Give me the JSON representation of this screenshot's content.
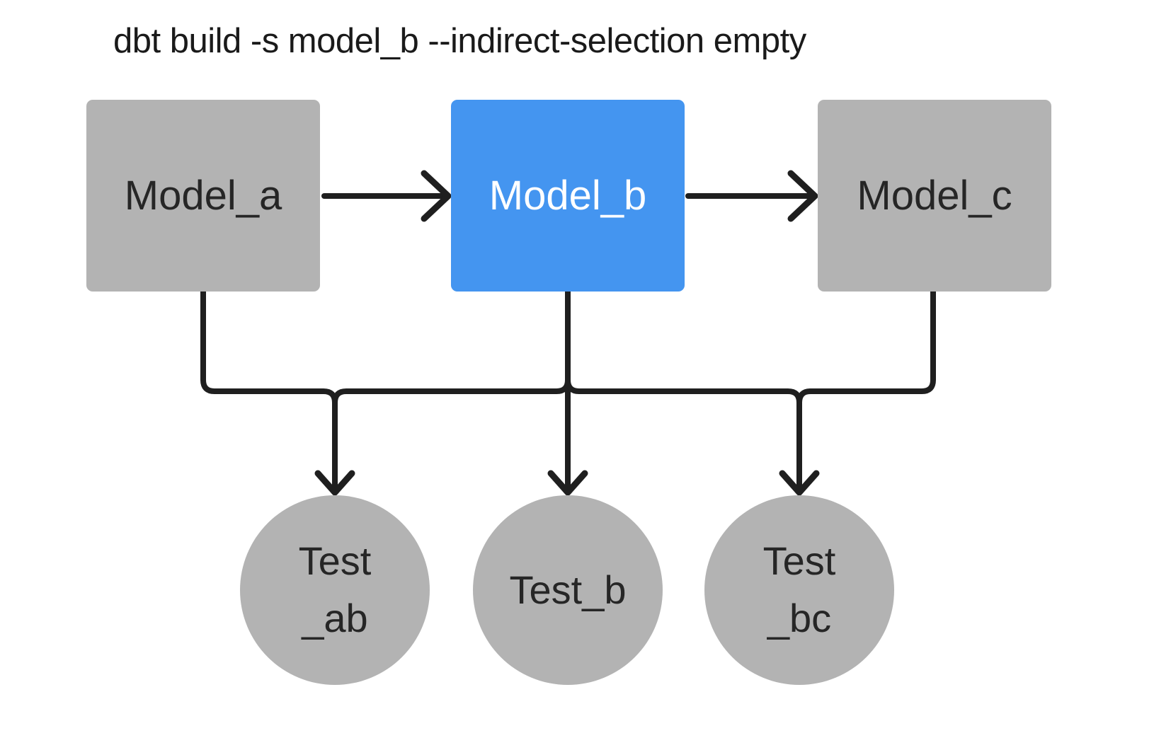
{
  "title": "dbt build -s model_b --indirect-selection empty",
  "diagram_type": "dbt-dag-lineage",
  "colors": {
    "selected_node": "#4495f0",
    "unselected_node": "#b3b3b3",
    "edge": "#1f1f1f",
    "selected_node_text": "#ffffff",
    "node_text": "#262626",
    "title_text": "#1a1a1a",
    "background": "#ffffff"
  },
  "nodes": {
    "model_a": {
      "label": "Model_a",
      "shape": "rect",
      "selected": false
    },
    "model_b": {
      "label": "Model_b",
      "shape": "rect",
      "selected": true
    },
    "model_c": {
      "label": "Model_c",
      "shape": "rect",
      "selected": false
    },
    "test_ab": {
      "label": "Test\n_ab",
      "shape": "circle",
      "selected": false
    },
    "test_b": {
      "label": "Test_b",
      "shape": "circle",
      "selected": false
    },
    "test_bc": {
      "label": "Test\n_bc",
      "shape": "circle",
      "selected": false
    }
  },
  "edges": [
    {
      "from": "model_a",
      "to": "model_b"
    },
    {
      "from": "model_b",
      "to": "model_c"
    },
    {
      "from": "model_a",
      "to": "test_ab"
    },
    {
      "from": "model_b",
      "to": "test_ab"
    },
    {
      "from": "model_b",
      "to": "test_b"
    },
    {
      "from": "model_b",
      "to": "test_bc"
    },
    {
      "from": "model_c",
      "to": "test_bc"
    }
  ]
}
